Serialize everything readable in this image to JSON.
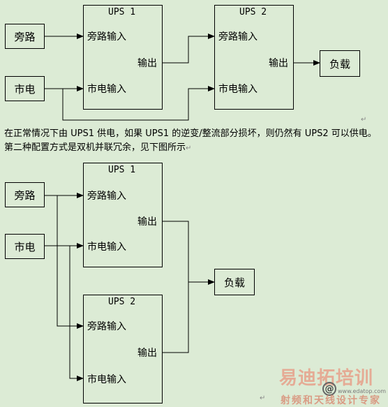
{
  "diagram1": {
    "bypass": "旁路",
    "mains": "市电",
    "ups1": {
      "title": "UPS 1",
      "bypass_in": "旁路输入",
      "output": "输出",
      "mains_in": "市电输入"
    },
    "ups2": {
      "title": "UPS 2",
      "bypass_in": "旁路输入",
      "output": "输出",
      "mains_in": "市电输入"
    },
    "load": "负载"
  },
  "text": {
    "line1": "在正常情况下由 UPS1 供电，如果 UPS1 的逆变/整流部分损坏，则仍然有 UPS2 可以供电。",
    "line2": "第二种配置方式是双机并联冗余，见下图所示"
  },
  "diagram2": {
    "bypass": "旁路",
    "mains": "市电",
    "ups1": {
      "title": "UPS 1",
      "bypass_in": "旁路输入",
      "output": "输出",
      "mains_in": "市电输入"
    },
    "ups2": {
      "title": "UPS 2",
      "bypass_in": "旁路输入",
      "output": "输出",
      "mains_in": "市电输入"
    },
    "load": "负载"
  },
  "watermark": {
    "brand": "易迪拓培训",
    "slogan": "射频和天线设计专家",
    "url": "www.edatop.com"
  }
}
